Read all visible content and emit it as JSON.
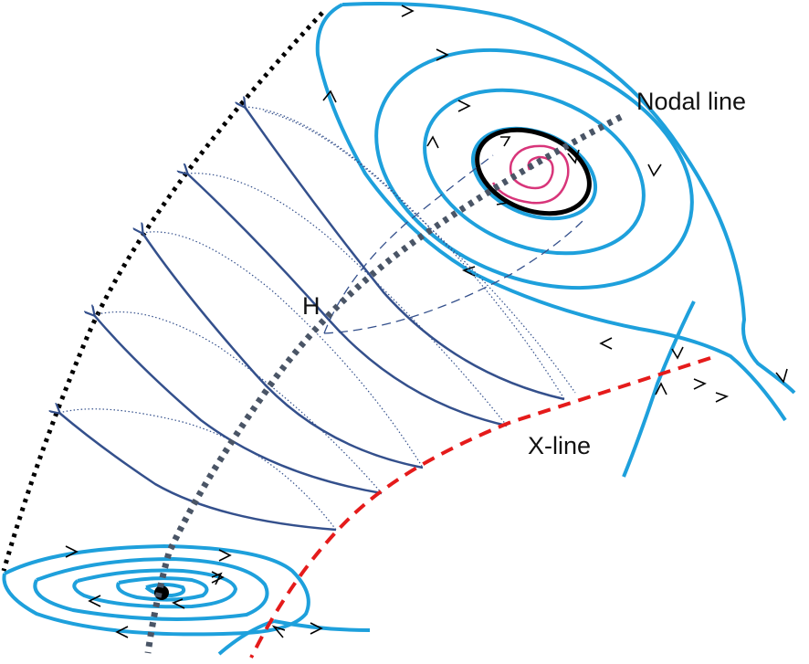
{
  "labels": {
    "nodal_line": "Nodal line",
    "h_point": "H",
    "x_line": "X-line"
  },
  "colors": {
    "flux_tube_lines": "#1ea0dc",
    "twisted_field_lines": "#34508c",
    "x_line": "#e51b1b",
    "nodal_line": "#4a5566",
    "boundary": "#000000",
    "inner_spiral": "#d8357a",
    "arrows": "#000000"
  }
}
